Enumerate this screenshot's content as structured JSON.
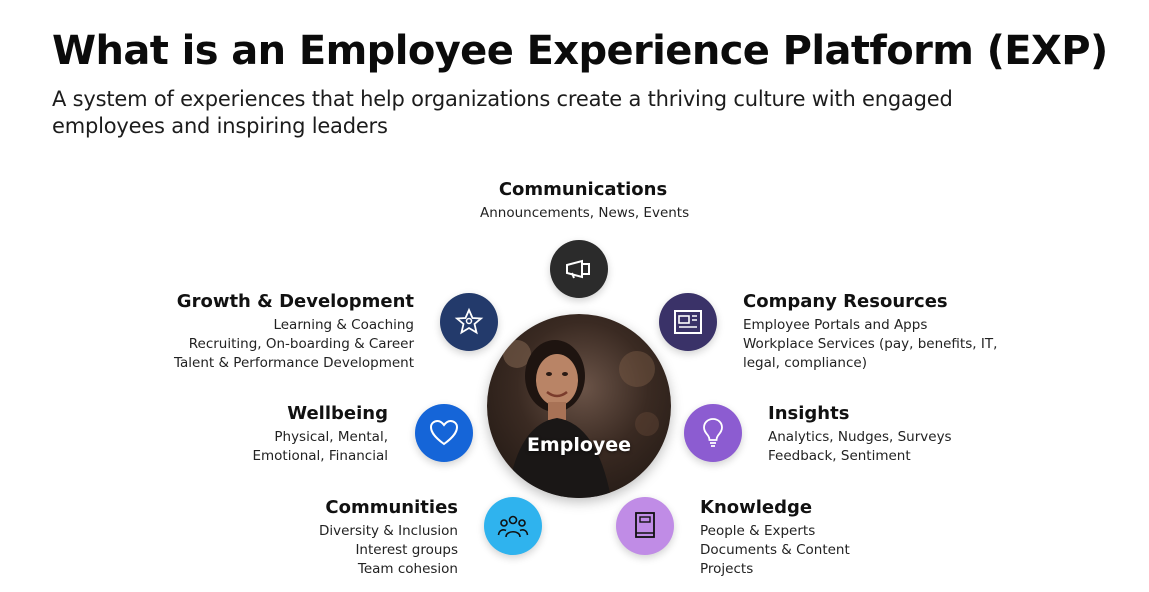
{
  "header": {
    "title": "What is an Employee Experience Platform (EXP)",
    "subtitle": "A system of experiences that help organizations create a thriving culture with engaged employees and inspiring leaders"
  },
  "center": {
    "label": "Employee"
  },
  "colors": {
    "communications": "#2b2b2b",
    "growth": "#233a6b",
    "company_resources": "#3a3268",
    "wellbeing": "#1565d8",
    "insights": "#8c5cd1",
    "communities": "#2fb3ee",
    "knowledge": "#c08ce6"
  },
  "segments": {
    "communications": {
      "title": "Communications",
      "lines": [
        "Announcements, News, Events"
      ],
      "icon": "megaphone-icon"
    },
    "growth": {
      "title": "Growth & Development",
      "lines": [
        "Learning & Coaching",
        "Recruiting, On-boarding & Career",
        "Talent & Performance Development"
      ],
      "icon": "star-badge-icon"
    },
    "company_resources": {
      "title": "Company Resources",
      "lines": [
        "Employee Portals and Apps",
        "Workplace Services (pay, benefits, IT,",
        "legal, compliance)"
      ],
      "icon": "portal-window-icon"
    },
    "wellbeing": {
      "title": "Wellbeing",
      "lines": [
        "Physical, Mental,",
        "Emotional, Financial"
      ],
      "icon": "heart-icon"
    },
    "insights": {
      "title": "Insights",
      "lines": [
        "Analytics, Nudges, Surveys",
        "Feedback, Sentiment"
      ],
      "icon": "lightbulb-icon"
    },
    "communities": {
      "title": "Communities",
      "lines": [
        "Diversity & Inclusion",
        "Interest groups",
        "Team cohesion"
      ],
      "icon": "people-group-icon"
    },
    "knowledge": {
      "title": "Knowledge",
      "lines": [
        "People & Experts",
        "Documents & Content",
        "Projects"
      ],
      "icon": "book-icon"
    }
  }
}
